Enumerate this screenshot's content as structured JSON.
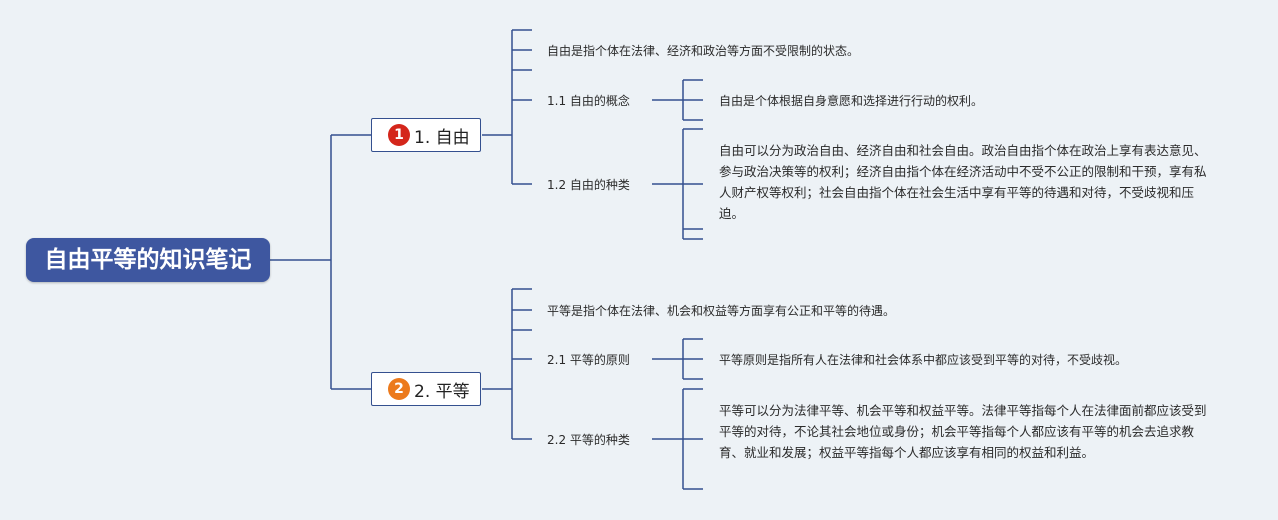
{
  "root": {
    "title": "自由平等的知识笔记"
  },
  "branches": [
    {
      "number": "1",
      "title": "1. 自由",
      "summary": "自由是指个体在法律、经济和政治等方面不受限制的状态。",
      "children": [
        {
          "title": "1.1 自由的概念",
          "text": "自由是个体根据自身意愿和选择进行行动的权利。"
        },
        {
          "title": "1.2 自由的种类",
          "text": "自由可以分为政治自由、经济自由和社会自由。政治自由指个体在政治上享有表达意见、参与政治决策等的权利；经济自由指个体在经济活动中不受不公正的限制和干预，享有私人财产权等权利；社会自由指个体在社会生活中享有平等的待遇和对待，不受歧视和压迫。"
        }
      ]
    },
    {
      "number": "2",
      "title": "2. 平等",
      "summary": "平等是指个体在法律、机会和权益等方面享有公正和平等的待遇。",
      "children": [
        {
          "title": "2.1 平等的原则",
          "text": "平等原则是指所有人在法律和社会体系中都应该受到平等的对待，不受歧视。"
        },
        {
          "title": "2.2 平等的种类",
          "text": "平等可以分为法律平等、机会平等和权益平等。法律平等指每个人在法律面前都应该受到平等的对待，不论其社会地位或身份；机会平等指每个人都应该有平等的机会去追求教育、就业和发展；权益平等指每个人都应该享有相同的权益和利益。"
        }
      ]
    }
  ],
  "colors": {
    "background": "#edf2f6",
    "root_fill": "#3e57a0",
    "connector": "#34508f",
    "badge_1": "#d4261b",
    "badge_2": "#ec7a1c"
  }
}
